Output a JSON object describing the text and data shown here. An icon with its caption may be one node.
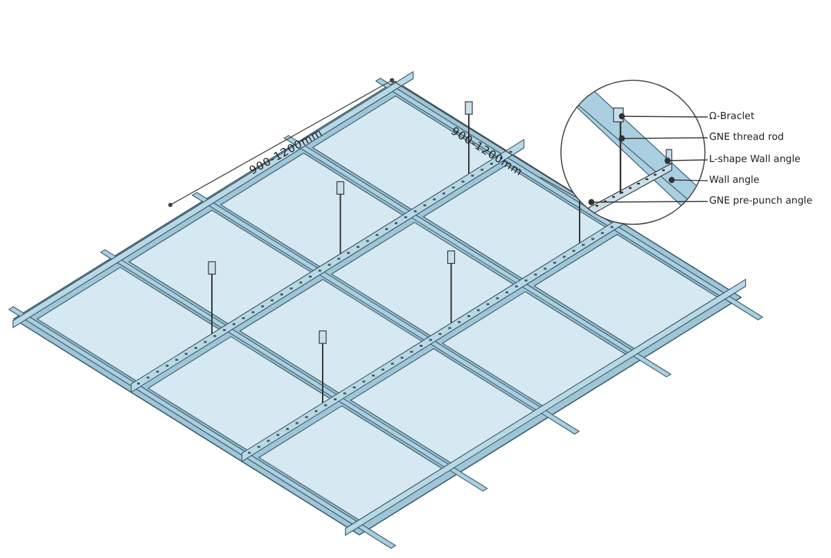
{
  "diagram": {
    "nodes": [
      {
        "text": [
          "Ω-Braclet"
        ]
      },
      {
        "text": [
          "GNE thread rod"
        ]
      },
      {
        "text": [
          "L-shape Wall angle"
        ]
      },
      {
        "text": [
          "Wall angle"
        ]
      },
      {
        "text": [
          "GNE pre-punch angle"
        ]
      }
    ],
    "edges": [
      {
        "from": 0,
        "to": null,
        "arrow": "other"
      },
      {
        "from": 1,
        "to": null,
        "arrow": "other"
      },
      {
        "from": 2,
        "to": null,
        "arrow": "other"
      },
      {
        "from": 3,
        "to": null,
        "arrow": "other"
      },
      {
        "from": 4,
        "to": null,
        "arrow": "other"
      }
    ],
    "labels": [
      "900-1200mm",
      "900-1200mm"
    ]
  }
}
